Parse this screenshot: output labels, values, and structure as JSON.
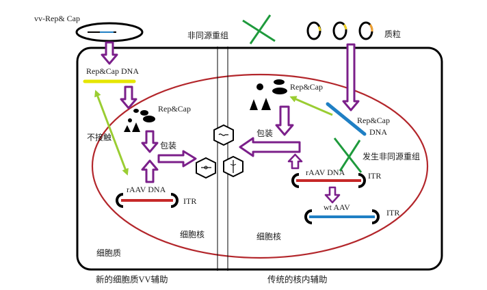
{
  "labels": {
    "vv_rep_cap": "vv-Rep& Cap",
    "rep_cap_dna_left": "Rep&Cap DNA",
    "rep_cap_left": "Rep&Cap",
    "no_contact": "不接触",
    "packaging_left": "包装",
    "raav_dna_left": "rAAV DNA",
    "itr_left": "ITR",
    "nucleus_left": "细胞核",
    "cytoplasm": "细胞质",
    "nonhomologous_top": "非同源重组",
    "plasmid": "质粒",
    "rep_cap_right": "Rep&Cap",
    "rep_cap_dna_right_1": "Rep&Cap",
    "rep_cap_dna_right_2": "DNA",
    "packaging_right": "包装",
    "nonhomologous_occurs": "发生非同源重组",
    "raav_dna_right": "rAAV DNA",
    "itr_right_1": "ITR",
    "wt_aav": "wt AAV",
    "itr_right_2": "ITR",
    "nucleus_right": "细胞核"
  },
  "captions": {
    "left": "新的细胞质VV辅助",
    "right": "传统的核内辅助"
  },
  "colors": {
    "cell_border": "#000000",
    "nucleus_border": "#b3262b",
    "arrow_purple": "#7b1f8a",
    "arrow_lime": "#9acd32",
    "dna_red": "#c62828",
    "dna_blue": "#1f7fc4",
    "dna_yellow": "#e6e600",
    "cross_green": "#1e9a3c",
    "plasmid_orange": "#f0a030",
    "plasmid_yellow": "#f0d020"
  }
}
